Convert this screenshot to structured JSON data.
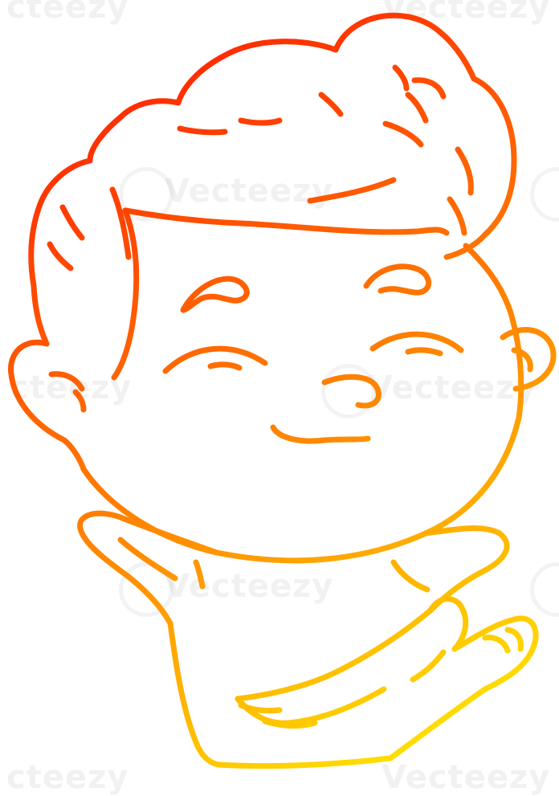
{
  "image": {
    "subject": "line-drawing-smiling-man",
    "gradient": {
      "start_color": "#ff1e00",
      "mid_color": "#ff8a00",
      "end_color": "#ffee00"
    },
    "background_color": "#ffffff"
  },
  "watermark": {
    "text": "Vecteezy",
    "partial_text": "cteezy"
  }
}
